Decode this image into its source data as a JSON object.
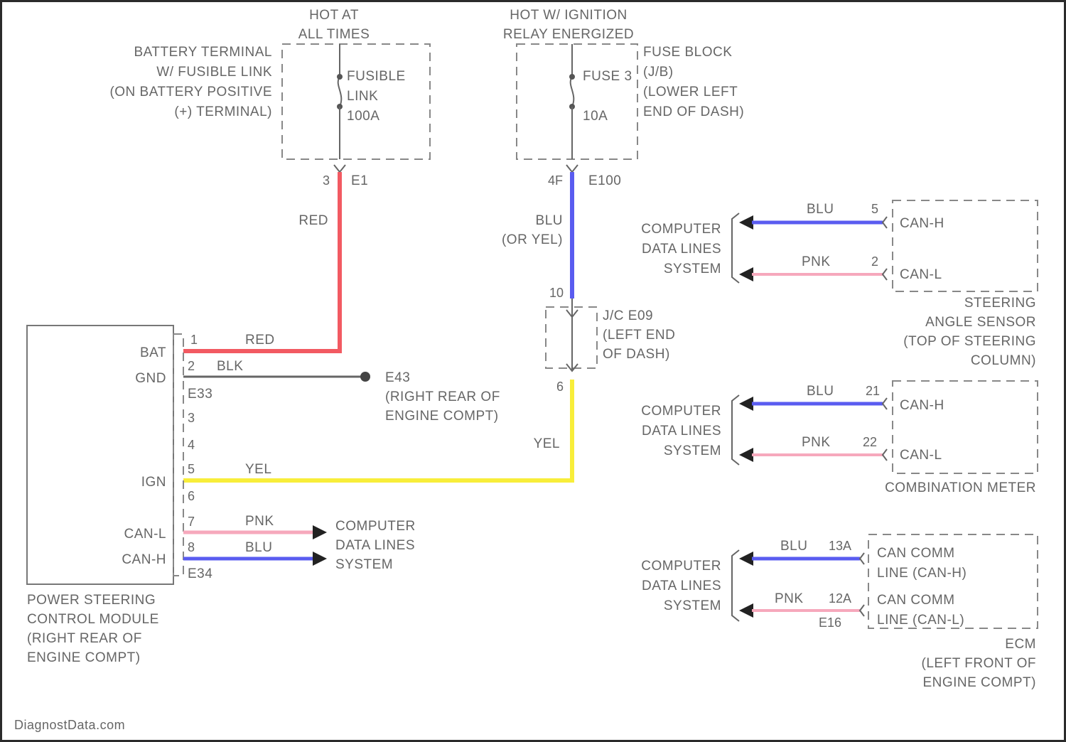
{
  "colors": {
    "red": "#f25a62",
    "blue": "#5a5cf0",
    "yellow": "#f8ee3a",
    "pink": "#f6a8bc",
    "black": "#666666"
  },
  "power_supply": {
    "hot_at_all_times": [
      "HOT AT",
      "ALL TIMES"
    ],
    "hot_ignition": [
      "HOT W/ IGNITION",
      "RELAY ENERGIZED"
    ],
    "battery_terminal": [
      "BATTERY TERMINAL",
      "W/ FUSIBLE LINK",
      "(ON BATTERY POSITIVE",
      "(+) TERMINAL)"
    ],
    "fusible_link": [
      "FUSIBLE",
      "LINK",
      "100A"
    ],
    "fuse": [
      "FUSE 3",
      "10A"
    ],
    "fuse_block": [
      "FUSE BLOCK",
      "(J/B)",
      "(LOWER LEFT",
      "END OF DASH)"
    ],
    "e1_pin": "3",
    "e1_conn": "E1",
    "e100_pin": "4F",
    "e100_conn": "E100"
  },
  "wires": {
    "red_label": "RED",
    "blu_label": [
      "BLU",
      "(OR YEL)"
    ],
    "yel_label": "YEL",
    "red_to_bat": "RED",
    "blk_gnd": "BLK",
    "yel_ign": "YEL",
    "pnk_canl": "PNK",
    "blu_canh": "BLU"
  },
  "joint_connector": {
    "pin_top": "10",
    "pin_bottom": "6",
    "label": [
      "J/C E09",
      "(LEFT END",
      "OF DASH)"
    ]
  },
  "ground": {
    "id": "E43",
    "location": [
      "(RIGHT REAR OF",
      "ENGINE COMPT)"
    ]
  },
  "pscm": {
    "pins": [
      {
        "num": "1",
        "name": "BAT"
      },
      {
        "num": "2",
        "name": "GND"
      },
      {
        "num": "3",
        "name": ""
      },
      {
        "num": "4",
        "name": ""
      },
      {
        "num": "5",
        "name": "IGN"
      },
      {
        "num": "6",
        "name": ""
      },
      {
        "num": "7",
        "name": "CAN-L"
      },
      {
        "num": "8",
        "name": "CAN-H"
      }
    ],
    "conn_top": "E33",
    "conn_bottom": "E34",
    "label": [
      "POWER STEERING",
      "CONTROL MODULE",
      "(RIGHT REAR OF",
      "ENGINE COMPT)"
    ],
    "data_lines": [
      "COMPUTER",
      "DATA LINES",
      "SYSTEM"
    ]
  },
  "steering_angle_sensor": {
    "data_lines": [
      "COMPUTER",
      "DATA LINES",
      "SYSTEM"
    ],
    "blu": "BLU",
    "blu_pin": "5",
    "pnk": "PNK",
    "pnk_pin": "2",
    "canh": "CAN-H",
    "canl": "CAN-L",
    "label": [
      "STEERING",
      "ANGLE SENSOR",
      "(TOP OF STEERING",
      "COLUMN)"
    ]
  },
  "combination_meter": {
    "data_lines": [
      "COMPUTER",
      "DATA LINES",
      "SYSTEM"
    ],
    "blu": "BLU",
    "blu_pin": "21",
    "pnk": "PNK",
    "pnk_pin": "22",
    "canh": "CAN-H",
    "canl": "CAN-L",
    "label": "COMBINATION METER"
  },
  "ecm": {
    "data_lines": [
      "COMPUTER",
      "DATA LINES",
      "SYSTEM"
    ],
    "blu": "BLU",
    "blu_pin": "13A",
    "pnk": "PNK",
    "pnk_pin": "12A",
    "conn": "E16",
    "canh": [
      "CAN COMM",
      "LINE (CAN-H)"
    ],
    "canl": [
      "CAN COMM",
      "LINE (CAN-L)"
    ],
    "label": [
      "ECM",
      "(LEFT FRONT OF",
      "ENGINE COMPT)"
    ]
  },
  "watermark": "DiagnostData.com"
}
